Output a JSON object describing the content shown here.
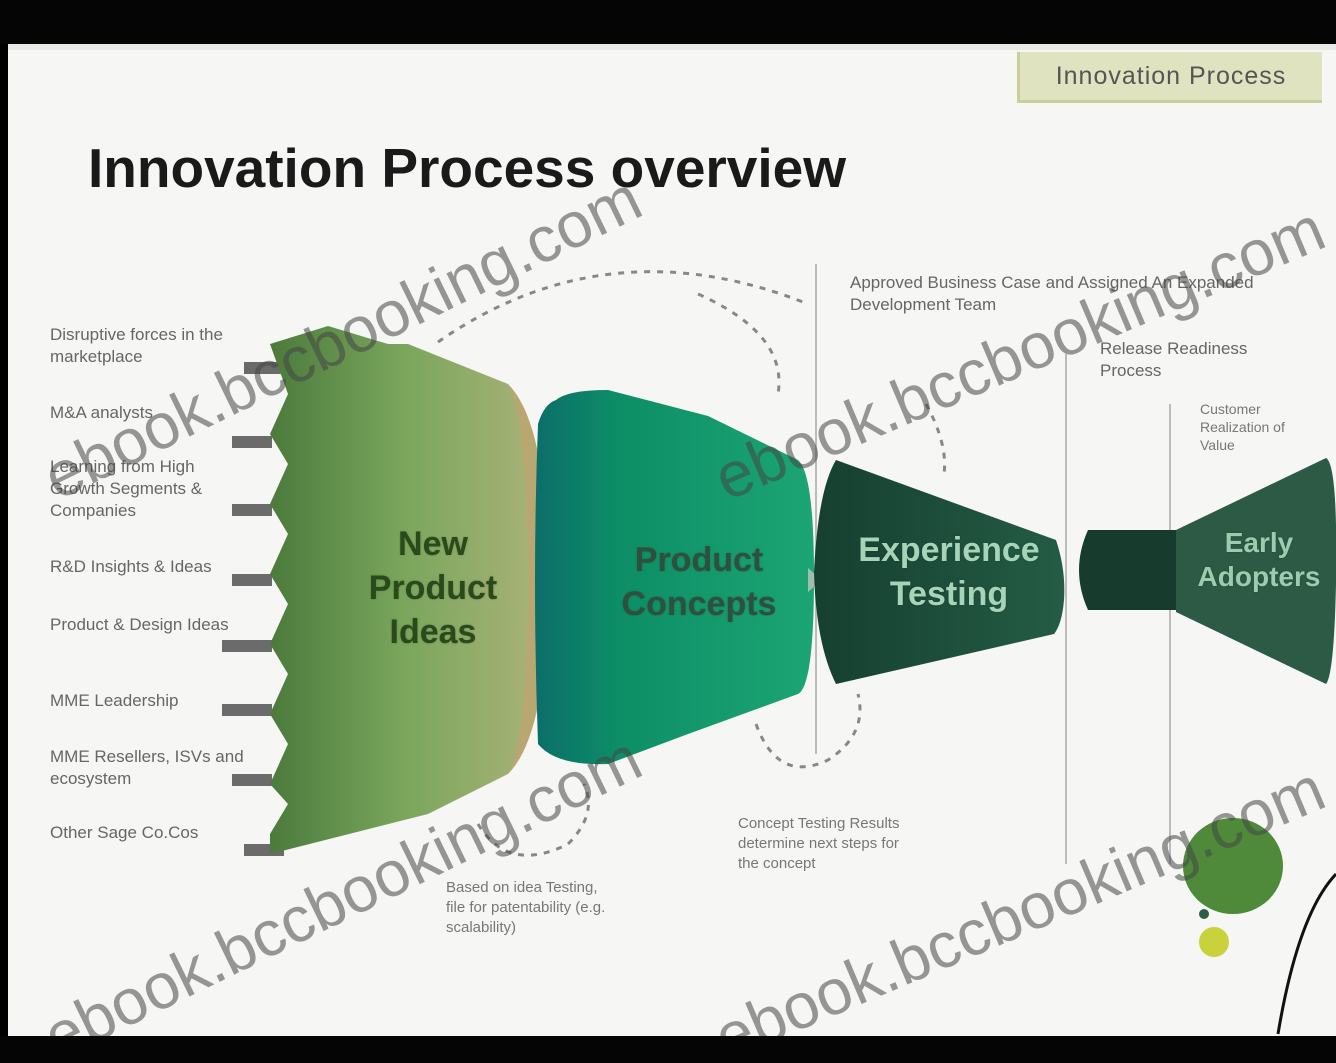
{
  "tag": "Innovation Process",
  "title": "Innovation Process overview",
  "inputs": [
    "Disruptive forces in the marketplace",
    "M&A analysts",
    "Learning from High Growth Segments & Companies",
    "R&D Insights & Ideas",
    "Product & Design Ideas",
    "MME Leadership",
    "MME Resellers, ISVs and ecosystem",
    "Other Sage Co.Cos"
  ],
  "stages": {
    "new_product_ideas": "New Product Ideas",
    "product_concepts": "Product Concepts",
    "experience_testing": "Experience Testing",
    "early_adopters": "Early Adopters"
  },
  "annotations": {
    "approved_business_case": "Approved Business Case and Assigned An Expanded Development Team",
    "release_readiness": "Release Readiness Process",
    "customer_realization": "Customer Realization of Value",
    "idea_testing": "Based on idea Testing, file for patentability (e.g. scalability)",
    "concept_testing": "Concept Testing Results determine next steps for the concept"
  },
  "watermark": "ebook.bccbooking.com",
  "colors": {
    "funnel1": "#5b8a4a",
    "funnel2": "#0f8a62",
    "funnel3": "#1f5a44",
    "funnel4": "#2e5d48",
    "accent_tag": "#dfe3bf"
  }
}
